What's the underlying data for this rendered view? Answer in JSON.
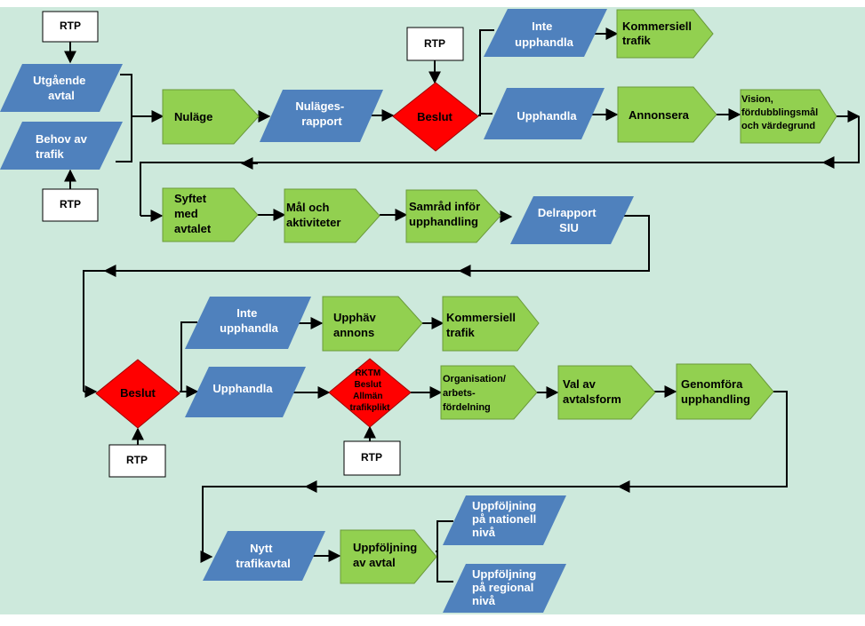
{
  "colors": {
    "background": "#cde9dc",
    "blue": "#4f81bd",
    "green": "#92d050",
    "red": "#ff0000",
    "white": "#ffffff",
    "line": "#000000"
  },
  "rtp": "RTP",
  "row1": {
    "utgaende": [
      "Utgående",
      "avtal"
    ],
    "behov": [
      "Behov av",
      "trafik"
    ],
    "nulage": [
      "Nuläge"
    ],
    "nulagesrapport": [
      "Nuläges-",
      "rapport"
    ],
    "beslut": "Beslut",
    "inte_upphandla": [
      "Inte",
      "upphandla"
    ],
    "kommersiell": [
      "Kommersiell",
      "trafik"
    ],
    "upphandla": "Upphandla",
    "annonsera": "Annonsera",
    "vision": [
      "Vision,",
      "fördubblingsmål",
      "och värdegrund"
    ]
  },
  "row2": {
    "syftet": [
      "Syftet",
      "med",
      "avtalet"
    ],
    "mal": [
      "Mål och",
      "aktiviteter"
    ],
    "samrad": [
      "Samråd inför",
      "upphandling"
    ],
    "delrapport": [
      "Delrapport",
      "SIU"
    ]
  },
  "row3": {
    "beslut": "Beslut",
    "inte_upphandla": [
      "Inte",
      "upphandla"
    ],
    "upphav": [
      "Upphäv",
      "annons"
    ],
    "kommersiell": [
      "Kommersiell",
      "trafik"
    ],
    "upphandla": "Upphandla",
    "rktm": [
      "RKTM",
      "Beslut",
      "Allmän",
      "trafikplikt"
    ],
    "organisation": [
      "Organisation/",
      "arbets-",
      "fördelning"
    ],
    "val": [
      "Val av",
      "avtalsform"
    ],
    "genomfora": [
      "Genomföra",
      "upphandling"
    ]
  },
  "row4": {
    "nytt": [
      "Nytt",
      "trafikavtal"
    ],
    "uppfoljning": [
      "Uppföljning",
      "av avtal"
    ],
    "nationell": [
      "Uppföljning",
      "på nationell",
      "nivå"
    ],
    "regional": [
      "Uppföljning",
      "på regional",
      "nivå"
    ]
  }
}
